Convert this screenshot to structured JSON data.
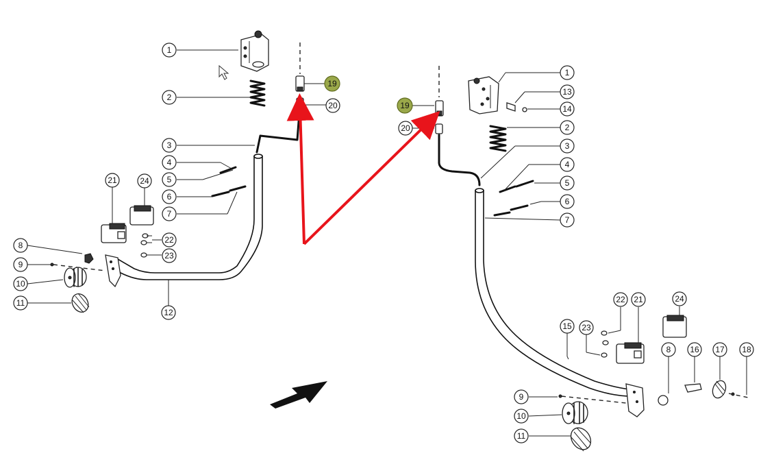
{
  "labels": {
    "l1": "1",
    "l2": "2",
    "l3": "3",
    "l4": "4",
    "l5": "5",
    "l6": "6",
    "l7": "7",
    "l8": "8",
    "l9": "9",
    "l10": "10",
    "l11": "11",
    "l12": "12",
    "l19": "19",
    "l20": "20",
    "l21": "21",
    "l22": "22",
    "l23": "23",
    "l24": "24",
    "r1": "1",
    "r2": "2",
    "r3": "3",
    "r4": "4",
    "r5": "5",
    "r6": "6",
    "r7": "7",
    "r8": "8",
    "r9": "9",
    "r10": "10",
    "r11": "11",
    "r13": "13",
    "r14": "14",
    "r15": "15",
    "r16": "16",
    "r17": "17",
    "r18": "18",
    "r19": "19",
    "r20": "20",
    "r21": "21",
    "r22": "22",
    "r23": "23",
    "r24": "24"
  },
  "colors": {
    "annotation_arrow": "#e8141b",
    "highlight_callout": "#9aa84a",
    "line_art": "#111111"
  },
  "annotations": {
    "highlighted_parts": [
      "19"
    ],
    "direction_arrow_icon": "large-black-arrow-icon",
    "pointer_icon": "mouse-cursor-icon"
  }
}
